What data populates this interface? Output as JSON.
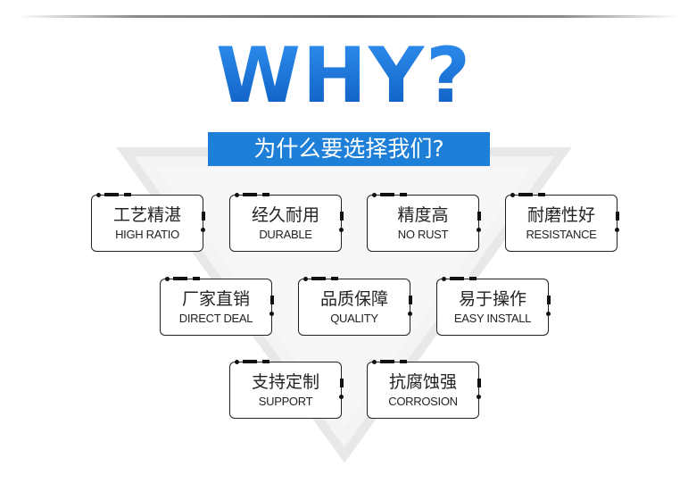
{
  "headline": "WHY?",
  "subtitle": "为什么要选择我们?",
  "features": [
    {
      "cn": "工艺精湛",
      "en": "HIGH RATIO"
    },
    {
      "cn": "经久耐用",
      "en": "DURABLE"
    },
    {
      "cn": "精度高",
      "en": "NO RUST"
    },
    {
      "cn": "耐磨性好",
      "en": "RESISTANCE"
    },
    {
      "cn": "厂家直销",
      "en": "DIRECT DEAL"
    },
    {
      "cn": "品质保障",
      "en": "QUALITY"
    },
    {
      "cn": "易于操作",
      "en": "EASY INSTALL"
    },
    {
      "cn": "支持定制",
      "en": "SUPPORT"
    },
    {
      "cn": "抗腐蚀强",
      "en": "CORROSION"
    }
  ],
  "colors": {
    "accent": "#1e7fd8",
    "text": "#222222",
    "triangle": "#eeeeee"
  }
}
